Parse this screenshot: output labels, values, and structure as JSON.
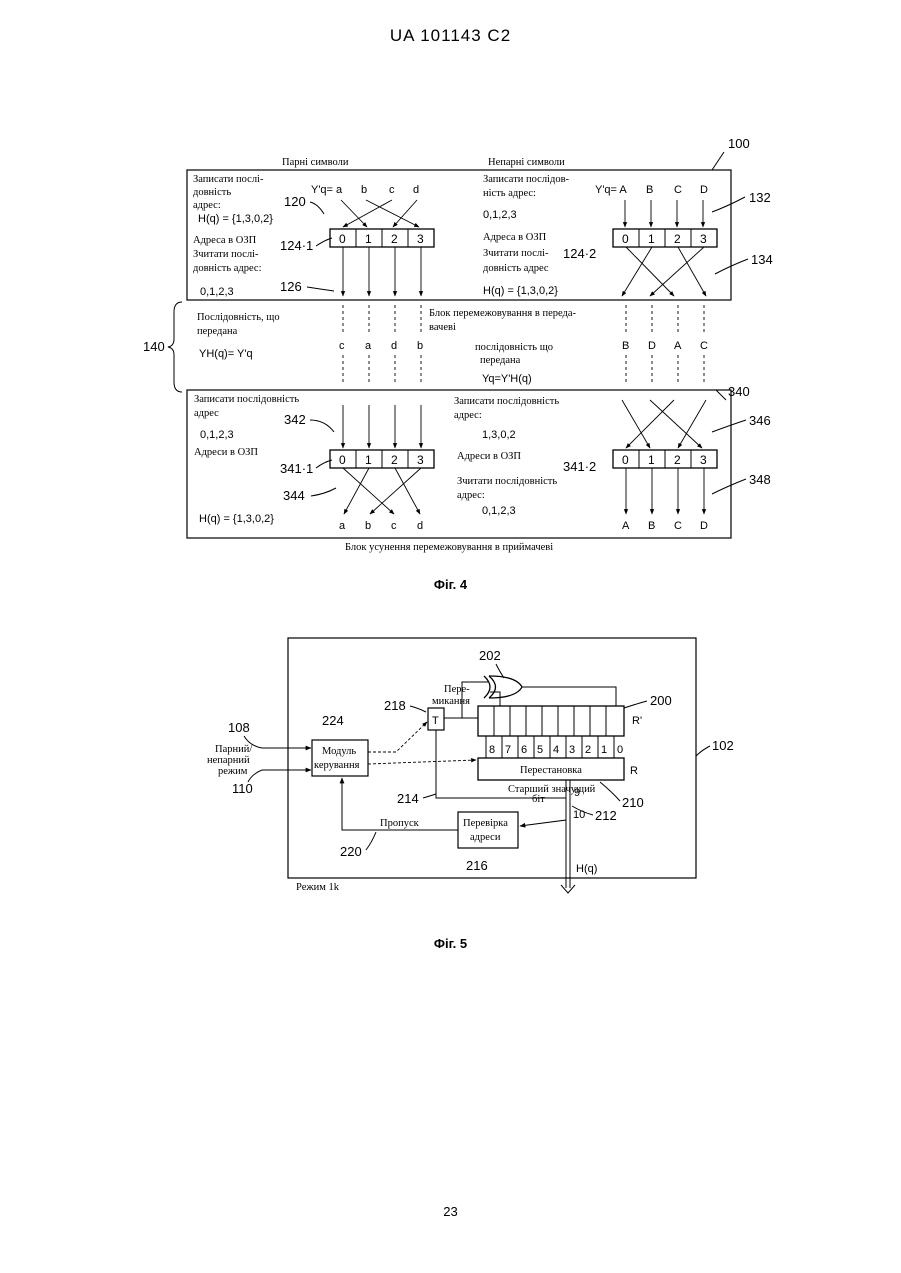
{
  "header": "UA   101143   C2",
  "page_number": "23",
  "fig4": {
    "caption": "Фіг. 4",
    "ref_main": "100",
    "ref_140": "140",
    "ref_340": "340",
    "col_even": "Парні символи",
    "col_odd": "Непарні символи",
    "tx": {
      "left_write_1": "Записати послі-",
      "left_write_2": "довність",
      "left_write_3": "адрес:",
      "left_hq": "H(q) = {1,3,0,2}",
      "left_ram": "Адреса в ОЗП",
      "left_read_1": "Зчитати послі-",
      "left_read_2": "довність адрес:",
      "left_seq": "0,1,2,3",
      "ref_120": "120",
      "ref_1241": "124·1",
      "ref_126": "126",
      "yq_even": "Y'q= a",
      "even_syms": [
        "b",
        "c",
        "d"
      ],
      "cells": [
        "0",
        "1",
        "2",
        "3"
      ],
      "right_write_1": "Записати послідов-",
      "right_write_2": "ність адрес:",
      "right_seq": "0,1,2,3",
      "right_ram": "Адреса в ОЗП",
      "right_read_1": "Зчитати послі-",
      "right_read_2": "довність адрес",
      "right_hq": "H(q) = {1,3,0,2}",
      "ref_1242": "124·2",
      "ref_132": "132",
      "ref_134": "134",
      "yq_odd": "Y'q= A",
      "odd_syms": [
        "B",
        "C",
        "D"
      ]
    },
    "mid": {
      "seq_1": "Послідовність, що",
      "seq_2": "передана",
      "yh": "YH(q)= Y'q",
      "tx_block_1": "Блок перемежовування в переда-",
      "tx_block_2": "вачеві",
      "seq_r1": "послідовність що",
      "seq_r2": "передана",
      "yq_r": "Yq=Y'H(q)",
      "even_out": [
        "c",
        "a",
        "d",
        "b"
      ],
      "odd_out": [
        "B",
        "D",
        "A",
        "C"
      ]
    },
    "rx": {
      "left_write": "Записати послідовність",
      "left_addr": "адрес",
      "left_seq": "0,1,2,3",
      "left_ram": "Адреси в ОЗП",
      "left_hq": "H(q) = {1,3,0,2}",
      "ref_342": "342",
      "ref_3411": "341·1",
      "ref_344": "344",
      "even_syms": [
        "a",
        "b",
        "c",
        "d"
      ],
      "right_write": "Записати послідовність",
      "right_addr": "адрес:",
      "right_seq1": "1,3,0,2",
      "right_ram": "Адреси в ОЗП",
      "right_read_1": "Зчитати послідовність",
      "right_read_2": "адрес:",
      "right_seq2": "0,1,2,3",
      "ref_3412": "341·2",
      "ref_346": "346",
      "ref_348": "348",
      "odd_syms": [
        "A",
        "B",
        "C",
        "D"
      ],
      "block_label": "Блок усунення перемежовування в приймачеві"
    }
  },
  "fig5": {
    "caption": "Фіг. 5",
    "ref_202": "202",
    "ref_200": "200",
    "ref_102": "102",
    "ref_218": "218",
    "ref_224": "224",
    "ref_108": "108",
    "ref_110": "110",
    "ref_214": "214",
    "ref_210": "210",
    "ref_212": "212",
    "ref_220": "220",
    "ref_216": "216",
    "toggle_1": "Пере-",
    "toggle_2": "микання",
    "t_label": "T",
    "r_prime": "R'",
    "r_label": "R",
    "bits": [
      "8",
      "7",
      "6",
      "5",
      "4",
      "3",
      "2",
      "1",
      "0"
    ],
    "permutation": "Перестановка",
    "msb_1": "Старший значущий",
    "msb_2": "біт",
    "module_1": "Модуль",
    "module_2": "керування",
    "mode_1": "Парний/",
    "mode_2": "непарний",
    "mode_3": "режим",
    "skip": "Пропуск",
    "check_1": "Перевірка",
    "check_2": "адреси",
    "n9": "9",
    "n10": "10",
    "hq": "H(q)",
    "mode_1k": "Режим 1k"
  }
}
